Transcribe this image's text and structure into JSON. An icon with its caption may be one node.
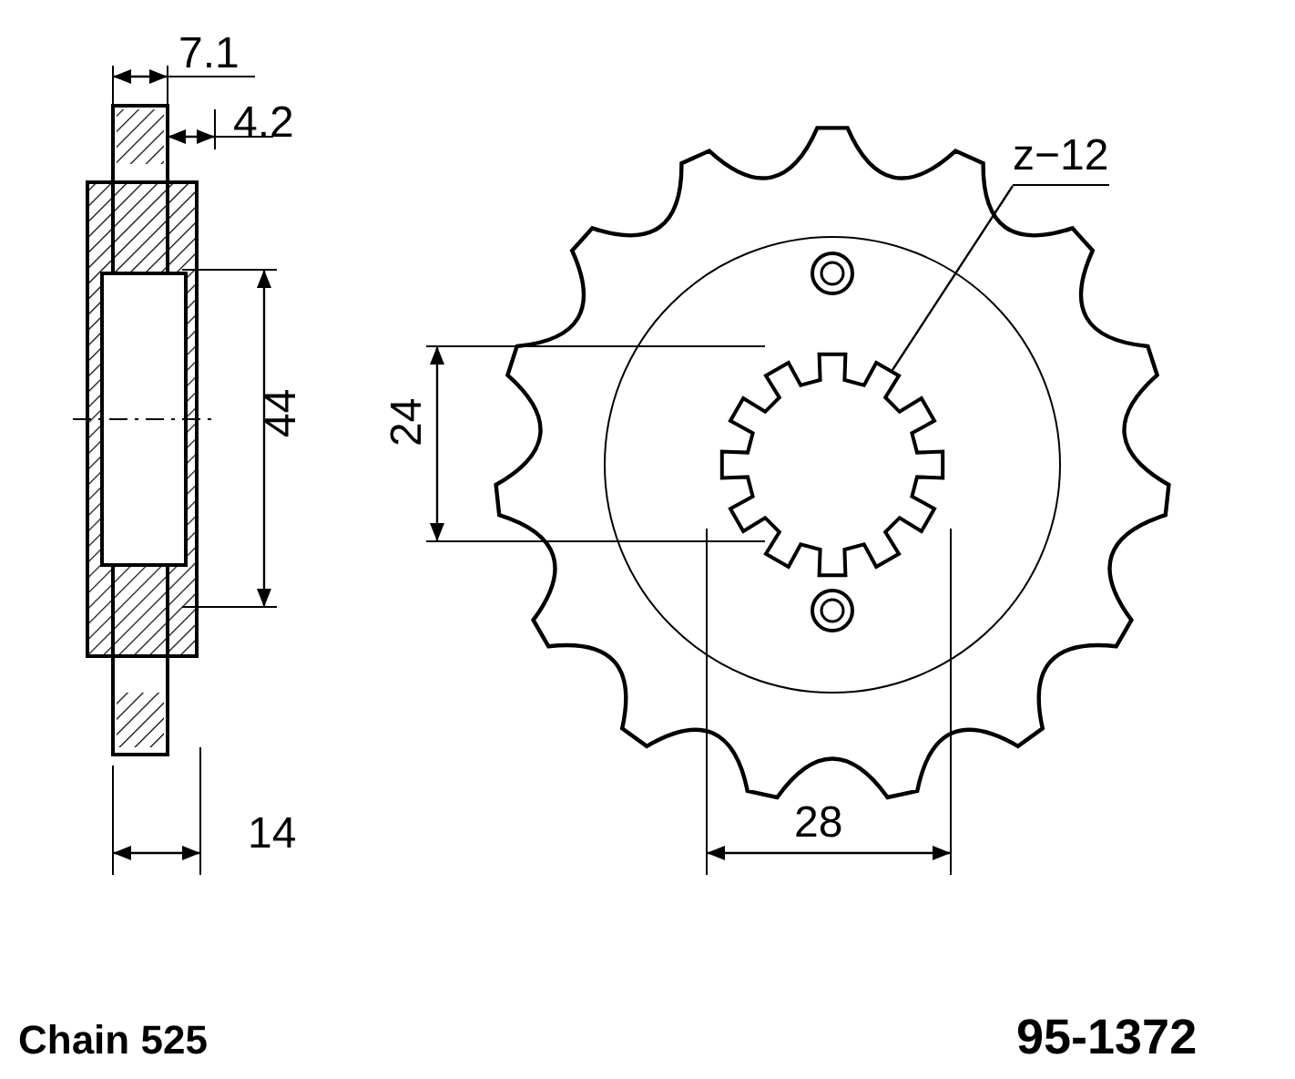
{
  "diagram": {
    "nodes": [
      {
        "text": [
          "z−12"
        ]
      },
      {
        "text": [],
        "shape": "picture"
      }
    ],
    "edges": [
      {
        "from": 0,
        "to": 1,
        "arrow": "none"
      }
    ],
    "labels": [
      "7.1",
      "4.2",
      "44",
      "24",
      "28",
      "14",
      "Chain 525",
      "95-1372"
    ]
  }
}
